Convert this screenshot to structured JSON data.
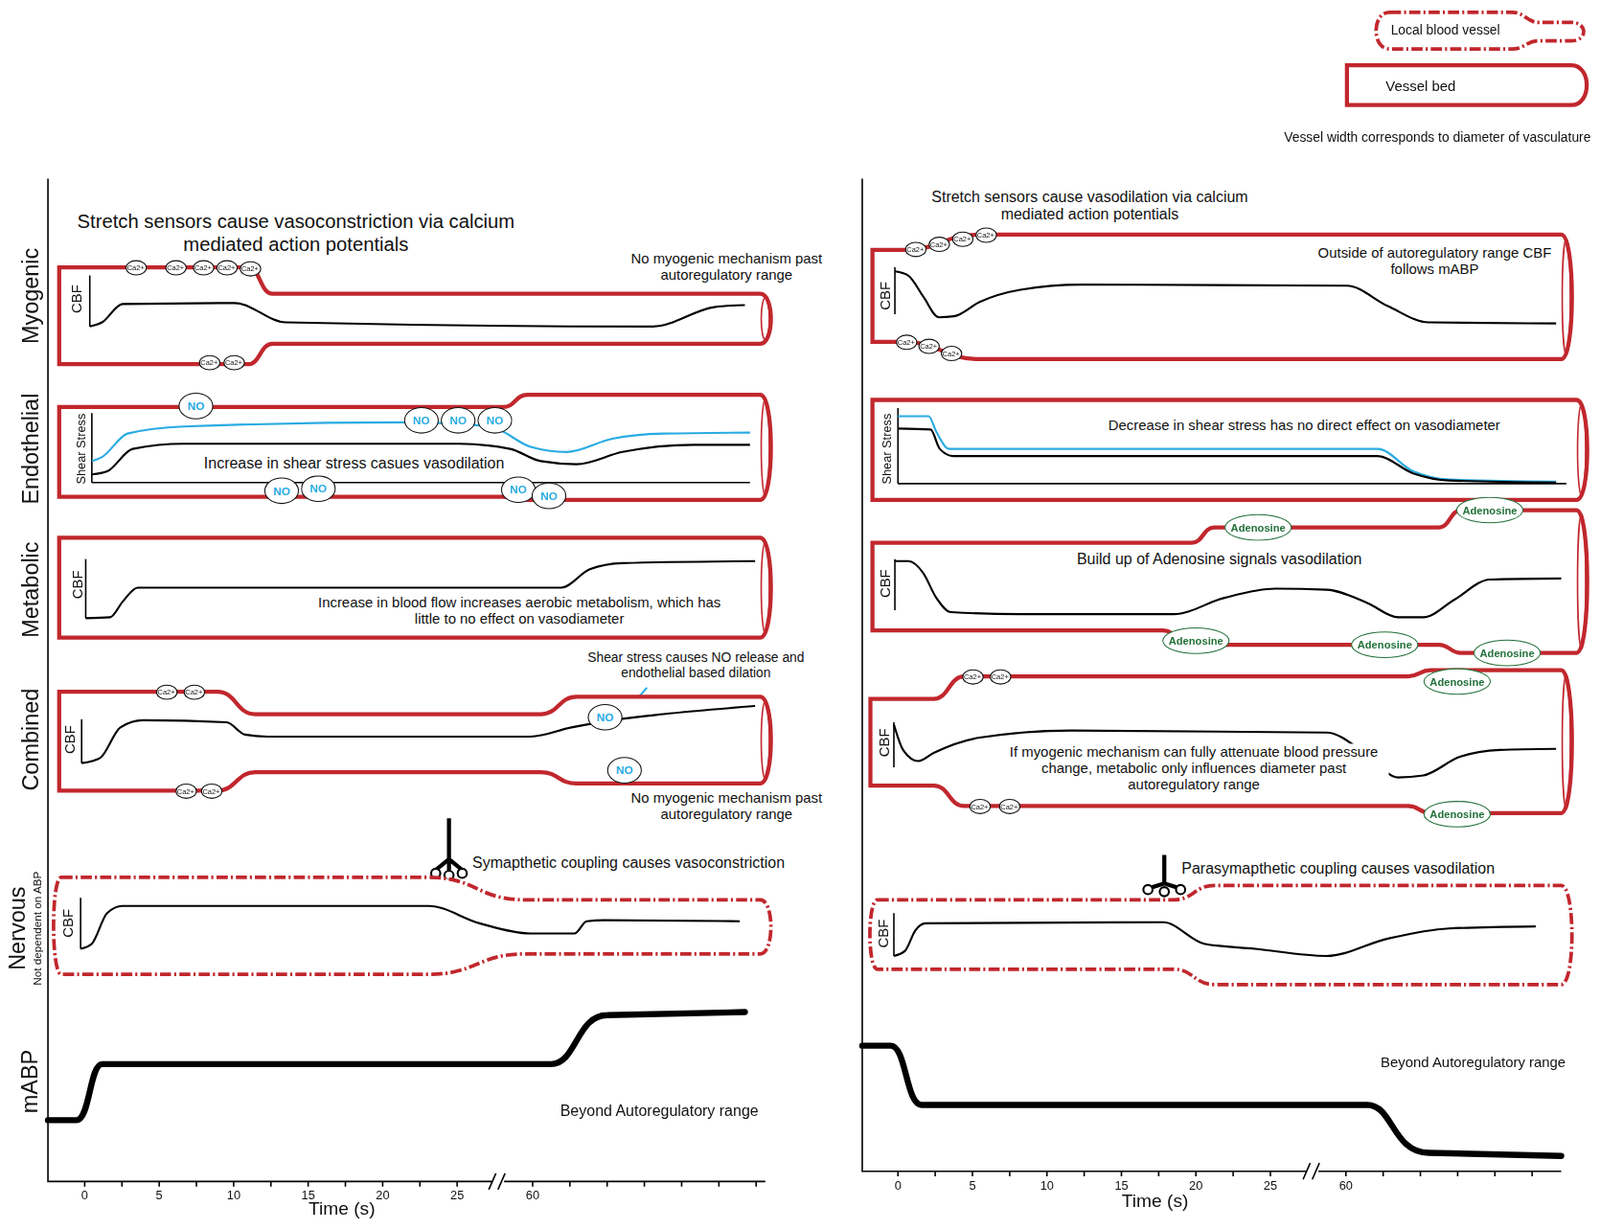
{
  "diagram": {
    "nodes": [
      {
        "text": [
          "Stretch sensors cause vasoconstriction via calcium mediated action potentials",
          "CBF",
          "No myogenic mechanism past autoregulatory range"
        ]
      },
      {
        "text": [
          "Ca2+"
        ],
        "in": 0
      },
      {
        "text": [
          "Ca2+"
        ],
        "in": 0
      },
      {
        "text": [
          "Ca2+"
        ],
        "in": 0
      },
      {
        "text": [
          "Ca2+"
        ],
        "in": 0
      },
      {
        "text": [
          "Ca2+"
        ],
        "in": 0
      },
      {
        "text": [
          "Ca2+"
        ],
        "in": 0
      },
      {
        "text": [
          "Ca2+"
        ],
        "in": 0
      },
      {
        "text": [
          "Shear Stress",
          "Increase in shear stress casues vasodilation"
        ]
      },
      {
        "text": [
          "NO"
        ],
        "in": 8
      },
      {
        "text": [
          "NO"
        ],
        "in": 8
      },
      {
        "text": [
          "NO"
        ],
        "in": 8
      },
      {
        "text": [
          "NO"
        ],
        "in": 8
      },
      {
        "text": [
          "NO"
        ],
        "in": 8
      },
      {
        "text": [
          "NO"
        ],
        "in": 8
      },
      {
        "text": [
          "NO"
        ],
        "in": 8
      },
      {
        "text": [
          "NO"
        ],
        "in": 8
      },
      {
        "text": [
          "CBF",
          "Increase in blood flow increases aerobic metabolism, which has little to no effect on vasodiameter"
        ]
      },
      {
        "text": [
          "CBF",
          "Shear stress causes NO release and endothelial based dilation",
          "No myogenic mechanism past autoregulatory range"
        ]
      },
      {
        "text": [
          "Ca2+"
        ],
        "in": 18
      },
      {
        "text": [
          "Ca2+"
        ],
        "in": 18
      },
      {
        "text": [
          "Ca2+"
        ],
        "in": 18
      },
      {
        "text": [
          "Ca2+"
        ],
        "in": 18
      },
      {
        "text": [
          "NO"
        ],
        "in": 18
      },
      {
        "text": [
          "NO"
        ],
        "in": 18
      },
      {
        "text": [
          "Symapthetic coupling causes vasoconstriction",
          "CBF"
        ]
      },
      {
        "text": [
          "Stretch sensors cause vasodilation via calcium mediated action potentials",
          "CBF",
          "Outside of autoregulatory range CBF follows mABP"
        ]
      },
      {
        "text": [
          "Ca2+"
        ],
        "in": 26
      },
      {
        "text": [
          "Ca2+"
        ],
        "in": 26
      },
      {
        "text": [
          "Ca2+"
        ],
        "in": 26
      },
      {
        "text": [
          "Ca2+"
        ],
        "in": 26
      },
      {
        "text": [
          "Ca2+"
        ],
        "in": 26
      },
      {
        "text": [
          "Ca2+"
        ],
        "in": 26
      },
      {
        "text": [
          "Ca2+"
        ],
        "in": 26
      },
      {
        "text": [
          "Shear Stress",
          "Decrease in shear stress has no direct effect on vasodiameter"
        ]
      },
      {
        "text": [
          "Build up of Adenosine signals vasodilation",
          "CBF"
        ]
      },
      {
        "text": [
          "Adenosine"
        ],
        "in": 35
      },
      {
        "text": [
          "Adenosine"
        ],
        "in": 35
      },
      {
        "text": [
          "Adenosine"
        ],
        "in": 35
      },
      {
        "text": [
          "Adenosine"
        ],
        "in": 35
      },
      {
        "text": [
          "Adenosine"
        ],
        "in": 35
      },
      {
        "text": [
          "CBF",
          "If myogenic mechanism can fully attenuate blood pressure change, metabolic only influences diameter past autoregulatory range"
        ]
      },
      {
        "text": [
          "Ca2+"
        ],
        "in": 41
      },
      {
        "text": [
          "Ca2+"
        ],
        "in": 41
      },
      {
        "text": [
          "Adenosine"
        ],
        "in": 41
      },
      {
        "text": [
          "Ca2+"
        ],
        "in": 41
      },
      {
        "text": [
          "Ca2+"
        ],
        "in": 41
      },
      {
        "text": [
          "Adenosine"
        ],
        "in": 41
      },
      {
        "text": [
          "Parasymapthetic coupling causes vasodilation",
          "CBF"
        ]
      }
    ],
    "labels": [
      "Myogenic",
      "Endothelial",
      "Metabolic",
      "Combined",
      "Nervous",
      "Not dependent on ABP",
      "mABP",
      "Beyond Autoregulatory range",
      "0",
      "5",
      "10",
      "15",
      "20",
      "25",
      "60",
      "Time (s)",
      "Beyond Autoregulatory range",
      "0",
      "5",
      "10",
      "15",
      "20",
      "25",
      "60",
      "Time (s)",
      "Vessel width corresponds to diameter of vasculature"
    ],
    "legend": [
      {
        "text": "Local blood vessel"
      },
      {
        "text": "Vessel bed"
      }
    ]
  }
}
